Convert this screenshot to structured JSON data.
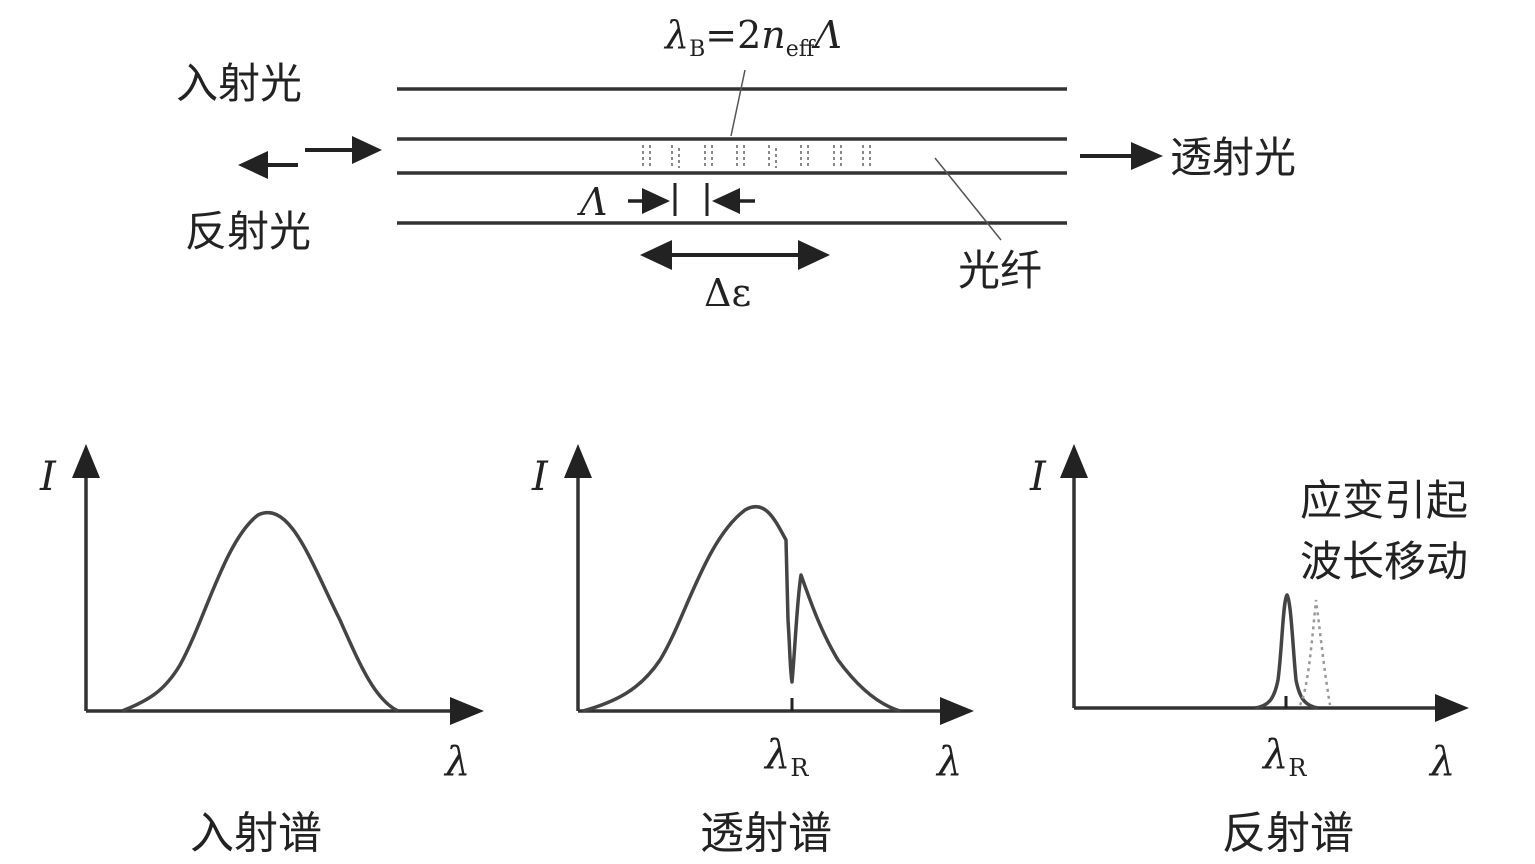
{
  "fiber": {
    "incident_label": "入射光",
    "reflected_label": "反射光",
    "transmitted_label": "透射光",
    "fiber_label": "光纤",
    "formula": {
      "lambda": "λ",
      "sub_b": "B",
      "eq": "=2",
      "n": "n",
      "sub_eff": "eff",
      "period": "Λ"
    },
    "period_label": "Λ",
    "strain_label": "Δε"
  },
  "spectra": {
    "incident": {
      "title": "入射谱",
      "y_axis": "I",
      "x_axis": "λ"
    },
    "transmitted": {
      "title": "透射谱",
      "y_axis": "I",
      "x_axis": "λ",
      "marker": "λ",
      "marker_sub": "R"
    },
    "reflected": {
      "title": "反射谱",
      "y_axis": "I",
      "x_axis": "λ",
      "marker": "λ",
      "marker_sub": "R",
      "annotation_line1": "应变引起",
      "annotation_line2": "波长移动"
    }
  }
}
